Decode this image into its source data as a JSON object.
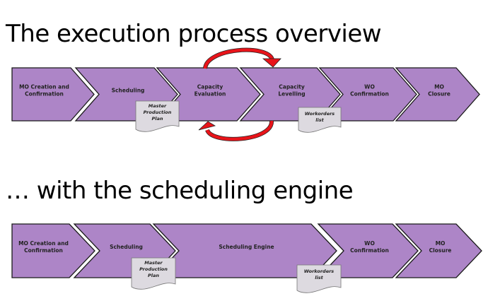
{
  "diagram": {
    "sections": [
      {
        "title": "The execution process overview",
        "steps": [
          {
            "label_lines": [
              "MO Creation and",
              "Confirmation"
            ]
          },
          {
            "label_lines": [
              "Scheduling"
            ]
          },
          {
            "label_lines": [
              "Capacity",
              "Evaluation"
            ]
          },
          {
            "label_lines": [
              "Capacity",
              "Levelling"
            ]
          },
          {
            "label_lines": [
              "WO",
              "Confirmation"
            ]
          },
          {
            "label_lines": [
              "MO",
              "Closure"
            ]
          }
        ],
        "documents": [
          {
            "label_lines": [
              "Master",
              "Production",
              "Plan"
            ],
            "attached_to_step": "Scheduling"
          },
          {
            "label_lines": [
              "Workorders",
              "list"
            ],
            "attached_to_step": "Capacity Levelling"
          }
        ],
        "loop": {
          "between": [
            "Capacity Evaluation",
            "Capacity Levelling"
          ],
          "color": "#e8141a"
        }
      },
      {
        "title": "… with the scheduling engine",
        "steps": [
          {
            "label_lines": [
              "MO Creation and",
              "Confirmation"
            ]
          },
          {
            "label_lines": [
              "Scheduling"
            ]
          },
          {
            "label_lines": [
              "Scheduling  Engine"
            ]
          },
          {
            "label_lines": [
              "WO",
              "Confirmation"
            ]
          },
          {
            "label_lines": [
              "MO",
              "Closure"
            ]
          }
        ],
        "documents": [
          {
            "label_lines": [
              "Master",
              "Production",
              "Plan"
            ],
            "attached_to_step": "Scheduling"
          },
          {
            "label_lines": [
              "Workorders",
              "list"
            ],
            "attached_to_step": "Scheduling Engine"
          }
        ]
      }
    ],
    "colors": {
      "chevron_fill": "#ad85c7",
      "document_fill": "#dddae0",
      "loop_arrow": "#e8141a"
    }
  }
}
